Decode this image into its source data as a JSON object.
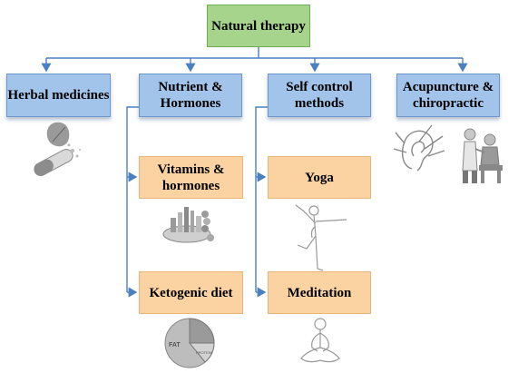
{
  "root": {
    "label": "Natural therapy"
  },
  "categories": [
    {
      "id": "herbal",
      "label": "Herbal medicines"
    },
    {
      "id": "nutrient",
      "label": "Nutrient & Hormones"
    },
    {
      "id": "self",
      "label": "Self control methods"
    },
    {
      "id": "acupuncture",
      "label": "Acupuncture & chiropractic"
    }
  ],
  "subitems": {
    "nutrient": [
      {
        "label": "Vitamins & hormones"
      },
      {
        "label": "Ketogenic diet"
      }
    ],
    "self": [
      {
        "label": "Yoga"
      },
      {
        "label": "Meditation"
      }
    ]
  },
  "pie_labels": {
    "fat": "FAT",
    "protein": "PROTEIN"
  },
  "colors": {
    "root_fill": "#a7d48c",
    "category_fill": "#a3c4ea",
    "subitem_fill": "#fbd3a3",
    "connector": "#4a7fc0"
  },
  "icons": [
    "capsule-leaf-icon",
    "food-plate-icon",
    "pie-chart-icon",
    "yoga-pose-icon",
    "meditation-icon",
    "ear-acupuncture-icon",
    "chiropractic-icon"
  ]
}
